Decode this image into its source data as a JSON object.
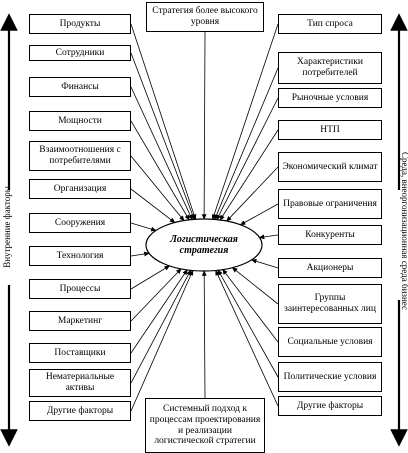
{
  "top_box": "Стратегия более высокого уровня",
  "bottom_box": "Системный подход к процессам проектирования и реализации логистической стратегии",
  "center": "Логистическая стратегия",
  "left_side_label": "Внутренние факторы",
  "right_side_label": "Среда, внеоргонизационная среда бизнес",
  "left_factors": [
    "Продукты",
    "Сотрудники",
    "Финансы",
    "Мощности",
    "Взаимоотношения с потребителями",
    "Организация",
    "Сооружения",
    "Технология",
    "Процессы",
    "Маркетинг",
    "Поставщики",
    "Нематериальные активы",
    "Другие факторы"
  ],
  "right_factors": [
    "Тип спроса",
    "Характеристики потребителей",
    "Рыночные условия",
    "НТП",
    "Экономический климат",
    "Правовые ограничения",
    "Конкуренты",
    "Акционеры",
    "Группы заинтересованных лиц",
    "Социальные условия",
    "Политические условия",
    "Другие факторы"
  ]
}
